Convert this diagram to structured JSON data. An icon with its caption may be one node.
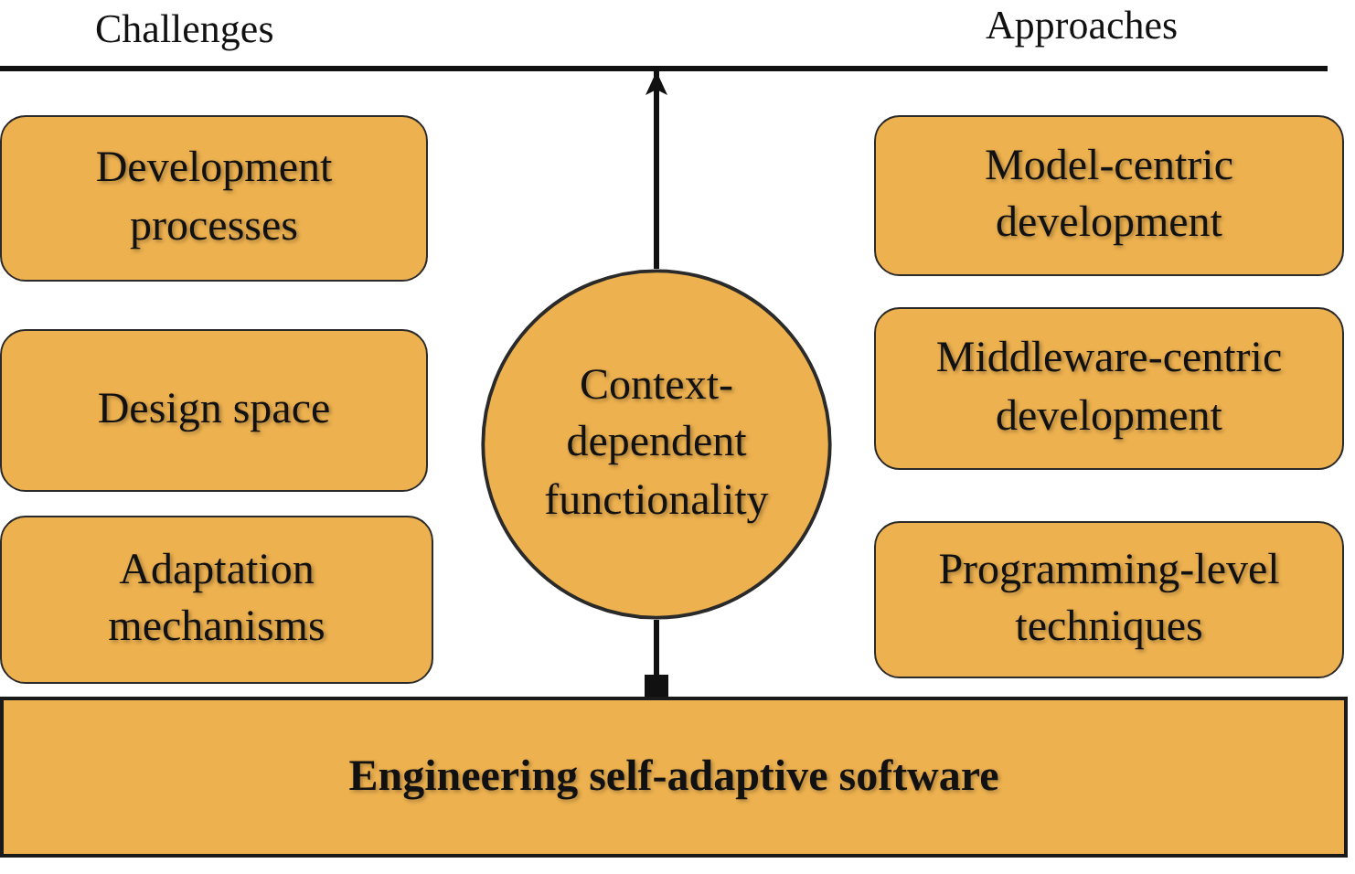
{
  "diagram": {
    "nodes": [
      {
        "text": [],
        "shape": "line"
      },
      {
        "text": [
          "Development processes"
        ]
      },
      {
        "text": [
          "Design space"
        ]
      },
      {
        "text": [
          "Adaptation mechanisms"
        ]
      },
      {
        "text": [
          "Context-dependent functionality"
        ]
      },
      {
        "text": [
          "Model-centric development"
        ]
      },
      {
        "text": [
          "Middleware-centric development"
        ]
      },
      {
        "text": [
          "Programming-level techniques"
        ]
      },
      {
        "text": [
          "Engineering self-adaptive software"
        ]
      }
    ],
    "edges": [
      {
        "from": 8,
        "to": 4,
        "arrow": "other"
      },
      {
        "from": 4,
        "to": 0,
        "arrow": "to"
      }
    ],
    "labels": [
      "Challenges",
      "Approaches"
    ]
  }
}
